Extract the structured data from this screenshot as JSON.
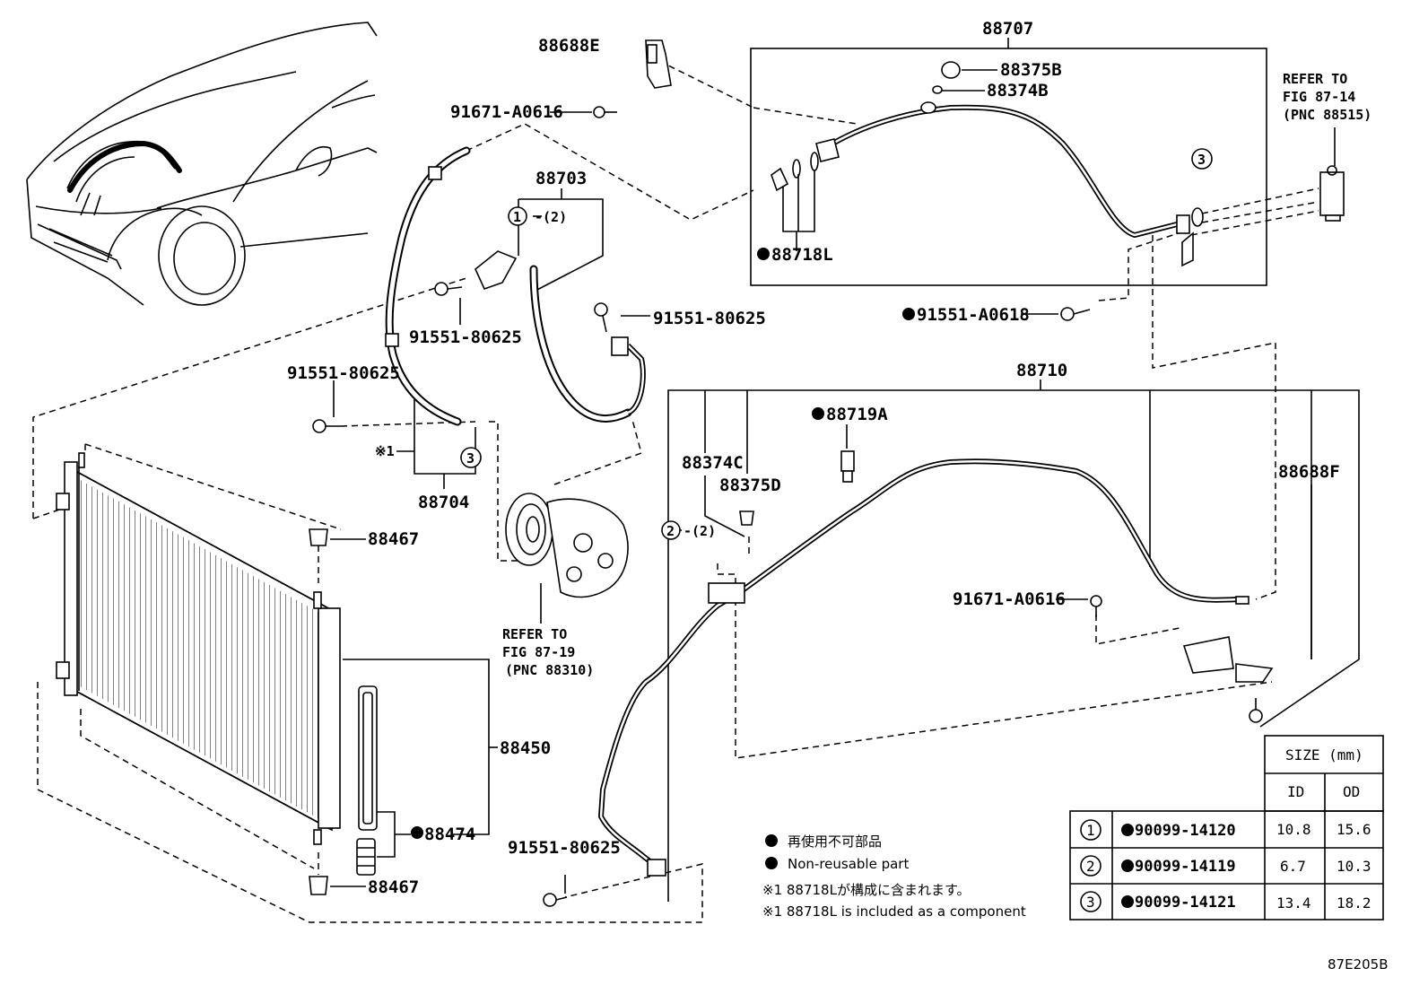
{
  "labels": {
    "p88707": "88707",
    "p88688E": "88688E",
    "p91671_top": "91671-A0616",
    "p88375B": "88375B",
    "p88374B": "88374B",
    "p88718L": "88718L",
    "p91551_A0618": "91551-A0618",
    "p88703": "88703",
    "p91551_a": "91551-80625",
    "p91551_b": "91551-80625",
    "p91551_c": "91551-80625",
    "p91551_d": "91551-80625",
    "p88704": "88704",
    "p88710": "88710",
    "p88719A": "88719A",
    "p88374C": "88374C",
    "p88375D": "88375D",
    "p88688F": "88688F",
    "p91671_mid": "91671-A0616",
    "p88467_top": "88467",
    "p88467_bot": "88467",
    "p88450": "88450",
    "p88474": "88474",
    "ref1_line1": "REFER TO",
    "ref1_line2": "FIG 87-14",
    "ref1_line3": "(PNC 88515)",
    "ref2_line1": "REFER TO",
    "ref2_line2": "FIG 87-19",
    "ref2_line3": "(PNC 88310)",
    "star1": "※1",
    "circ1_qty": "-(2)",
    "circ2_qty": "-(2)",
    "circ1": "1",
    "circ2": "2",
    "circ3a": "3",
    "circ3b": "3",
    "figure_id": "87E205B"
  },
  "legend": {
    "jp_nonreusable": "再使用不可部品",
    "en_nonreusable": "Non-reusable part",
    "jp_component": "※1 88718Lが構成に含まれます。",
    "en_component": "※1 88718L is included as a component"
  },
  "size_table": {
    "title": "SIZE (mm)",
    "col_id": "ID",
    "col_od": "OD",
    "rows": [
      {
        "key": "1",
        "part": "90099-14120",
        "id": "10.8",
        "od": "15.6"
      },
      {
        "key": "2",
        "part": "90099-14119",
        "id": "6.7",
        "od": "10.3"
      },
      {
        "key": "3",
        "part": "90099-14121",
        "id": "13.4",
        "od": "18.2"
      }
    ]
  }
}
